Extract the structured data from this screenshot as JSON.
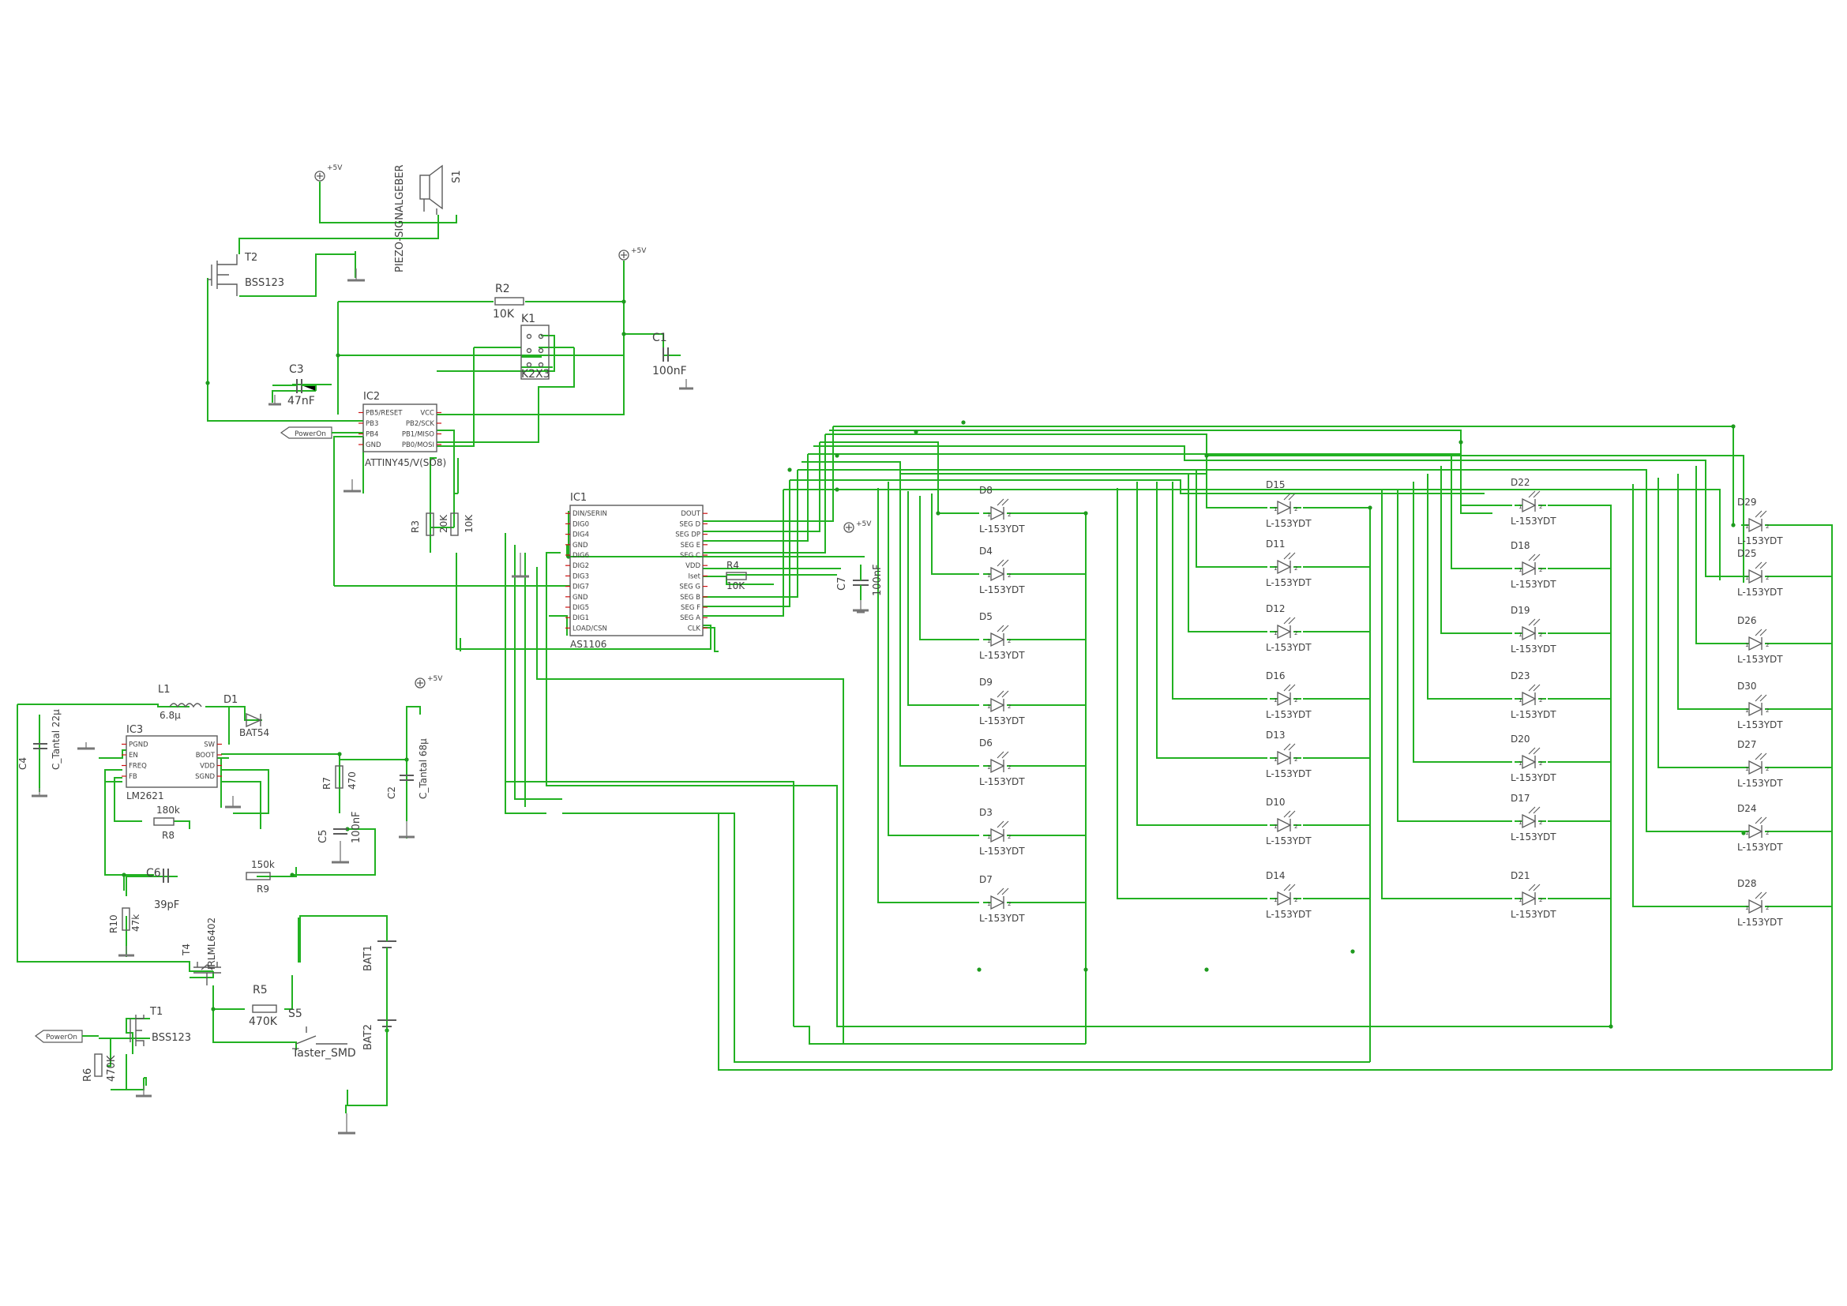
{
  "supply_label": "+5V",
  "net_labels": {
    "poweron": "PowerOn"
  },
  "components": {
    "S1": {
      "ref": "S1",
      "value": "PIEZO-SIGNALGEBER"
    },
    "T2": {
      "ref": "T2",
      "value": "BSS123"
    },
    "R2": {
      "ref": "R2",
      "value": "10K"
    },
    "K1": {
      "ref": "K1",
      "value": "K2X3"
    },
    "C1": {
      "ref": "C1",
      "value": "100nF"
    },
    "C3": {
      "ref": "C3",
      "value": "47nF"
    },
    "IC2": {
      "ref": "IC2",
      "value": "ATTINY45/V(SO8)",
      "pins_left": [
        "PB5/RESET",
        "PB3",
        "PB4",
        "GND"
      ],
      "pins_right": [
        "VCC",
        "PB2/SCK",
        "PB1/MISO",
        "PB0/MOSI"
      ]
    },
    "R3": {
      "ref": "R3",
      "value": "20K"
    },
    "R_IC2": {
      "value": "10K"
    },
    "IC1": {
      "ref": "IC1",
      "value": "AS1106",
      "pins_left": [
        "DIN/SERIN",
        "DIG0",
        "DIG4",
        "GND",
        "DIG6",
        "DIG2",
        "DIG3",
        "DIG7",
        "GND",
        "DIG5",
        "DIG1",
        "LOAD/CSN"
      ],
      "pins_right": [
        "DOUT",
        "SEG D",
        "SEG DP",
        "SEG E",
        "SEG C",
        "VDD",
        "Iset",
        "SEG G",
        "SEG B",
        "SEG F",
        "SEG A",
        "CLK"
      ]
    },
    "R4": {
      "ref": "R4",
      "value": "10K"
    },
    "C7": {
      "ref": "C7",
      "value": "100nF"
    },
    "L1": {
      "ref": "L1",
      "value": "6.8µ"
    },
    "D1": {
      "ref": "D1",
      "value": "BAT54"
    },
    "IC3": {
      "ref": "IC3",
      "value": "LM2621",
      "pins_left": [
        "PGND",
        "EN",
        "FREQ",
        "FB"
      ],
      "pins_right": [
        "SW",
        "BOOT",
        "VDD",
        "SGND"
      ]
    },
    "C4": {
      "ref": "C4",
      "value": "C_Tantal 22µ"
    },
    "C2": {
      "ref": "C2",
      "value": "C_Tantal 68µ"
    },
    "R7": {
      "ref": "R7",
      "value": "470"
    },
    "C5": {
      "ref": "C5",
      "value": "100nF"
    },
    "R8": {
      "ref": "R8",
      "value": "180k"
    },
    "C6": {
      "ref": "C6",
      "value": "39pF"
    },
    "R9": {
      "ref": "R9",
      "value": "150k"
    },
    "R10": {
      "ref": "R10",
      "value": "47k"
    },
    "T4": {
      "ref": "T4",
      "value": "IRLML6402"
    },
    "R5": {
      "ref": "R5",
      "value": "470K"
    },
    "S5": {
      "ref": "S5",
      "value": "Taster_SMD"
    },
    "T1": {
      "ref": "T1",
      "value": "BSS123"
    },
    "R6": {
      "ref": "R6",
      "value": "470K"
    },
    "BAT1": {
      "ref": "BAT1"
    },
    "BAT2": {
      "ref": "BAT2"
    }
  },
  "led_part": "L-153YDT",
  "led_columns": [
    [
      "D8",
      "D4",
      "D5",
      "D9",
      "D6",
      "D3",
      "D7"
    ],
    [
      "D15",
      "D11",
      "D12",
      "D16",
      "D13",
      "D10",
      "D14"
    ],
    [
      "D22",
      "D18",
      "D19",
      "D23",
      "D20",
      "D17",
      "D21"
    ],
    [
      "D29",
      "D25",
      "D26",
      "D30",
      "D27",
      "D24",
      "D28"
    ]
  ],
  "colors": {
    "wire": "#22b122",
    "junction": "#1e9a1e",
    "pin": "#cc1111",
    "part": "#5a5a5a",
    "ground": "#777777"
  }
}
